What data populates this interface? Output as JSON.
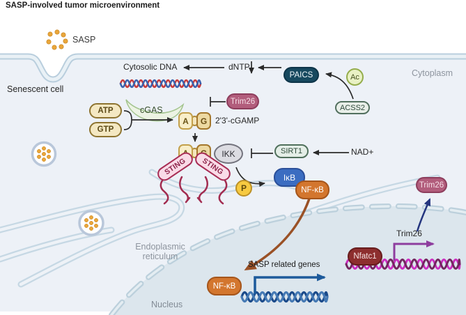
{
  "title": "SASP-involved tumor microenvironment",
  "regions": {
    "sasp": "SASP",
    "senescent_cell": "Senescent cell",
    "cytoplasm": "Cytoplasm",
    "endoplasmic_reticulum_line1": "Endoplasmic",
    "endoplasmic_reticulum_line2": "reticulum",
    "nucleus": "Nucleus"
  },
  "molecules": {
    "cytosolic_dna": "Cytosolic DNA",
    "dntp": "dNTP",
    "paics": "PAICS",
    "ac": "Ac",
    "acss2": "ACSS2",
    "trim26": "Trim26",
    "cgas": "cGAS",
    "atp": "ATP",
    "gtp": "GTP",
    "adenine": "A",
    "guanine": "G",
    "cgamp": "2'3'-cGAMP",
    "sting": "STING",
    "ikk": "IKK",
    "sirt1": "SIRT1",
    "nad": "NAD+",
    "phosphate": "P",
    "ikb": "IκB",
    "nfkb": "NF-κB",
    "nfatc1": "Nfatc1"
  },
  "gene_labels": {
    "sasp_related_genes": "SASP related genes",
    "trim26_gene": "Trim26"
  },
  "colors": {
    "cytoplasm_bg": "#edf1f7",
    "nucleus_bg": "#dce6ed",
    "membrane": "#c2d5e2",
    "paics_fill": "#17495f",
    "trim26_fill": "#b25d7c",
    "cgas_fill": "#ecf3e3",
    "atp_gtp_fill": "#f4e8c2",
    "sting_fill": "#f9dbe7",
    "sting_border": "#a82d55",
    "ikk_fill": "#dcdce2",
    "sirt1_fill": "#e4eee7",
    "ac_fill": "#e9f1c4",
    "acss2_fill": "#e9efe9",
    "phosphate_fill": "#f7ca41",
    "ikb_fill": "#3b6dc1",
    "nfkb_fill": "#d3762e",
    "nfatc1_fill": "#8d2e2e",
    "vesicle_dot": "#e9a63b",
    "dna_blue": "#1a4a8a",
    "dna_magenta": "#cb2ec0",
    "dna_red": "#c93a3a",
    "arrow_black": "#2b2b2b",
    "arrow_brown": "#9a5126",
    "arrow_navy": "#24357f",
    "arrow_purple": "#8e3d9e",
    "arrow_blue": "#1d5a9b"
  }
}
